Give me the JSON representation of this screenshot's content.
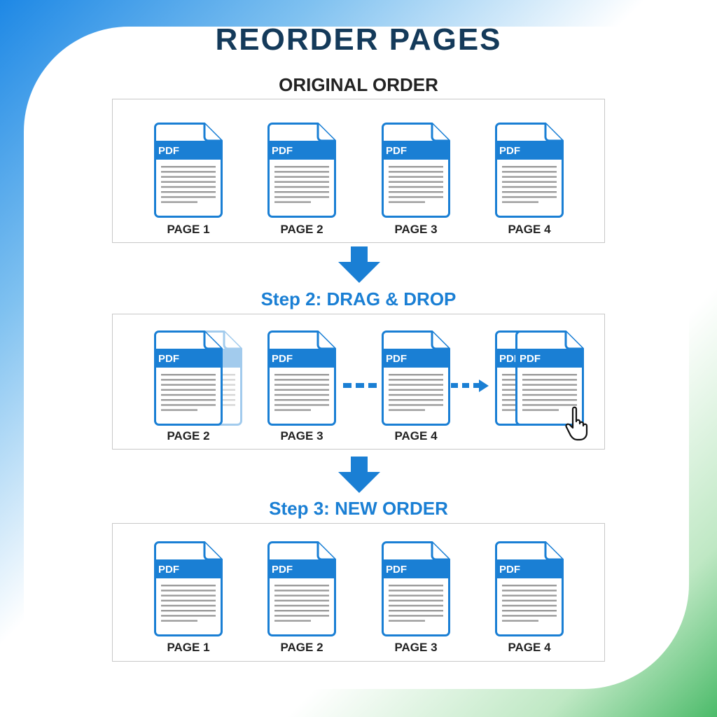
{
  "title": "REORDER PAGES",
  "doc_badge": "PDF",
  "colors": {
    "accent": "#1a7fd4",
    "title": "#143a5a"
  },
  "sections": [
    {
      "heading": "ORIGINAL ORDER",
      "pages": [
        "PAGE 1",
        "PAGE 2",
        "PAGE 3",
        "PAGE 4"
      ]
    },
    {
      "heading": "Step 2: DRAG & DROP",
      "pages": [
        "PAGE 2",
        "PAGE 3",
        "PAGE 4"
      ]
    },
    {
      "heading": "Step 3: NEW ORDER",
      "pages": [
        "PAGE 1",
        "PAGE 2",
        "PAGE 3",
        "PAGE 4"
      ]
    }
  ],
  "icons": [
    "pdf-document-icon",
    "arrow-down-icon",
    "dashed-arrow-right-icon",
    "hand-cursor-icon"
  ]
}
